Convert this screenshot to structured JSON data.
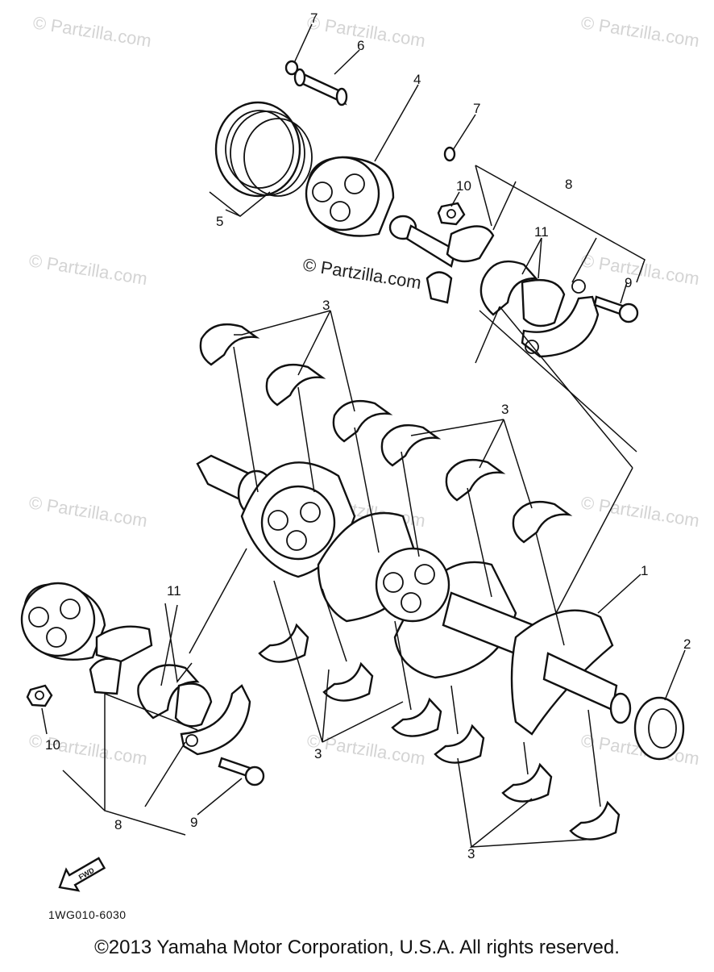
{
  "watermark": "© Partzilla.com",
  "center_watermark": "© Partzilla.com",
  "callouts": {
    "c1": "1",
    "c2": "2",
    "c3": "3",
    "c4": "4",
    "c5": "5",
    "c6": "6",
    "c7": "7",
    "c8": "8",
    "c9": "9",
    "c10": "10",
    "c11": "11"
  },
  "fwd_label": "FWD",
  "diagram_code": "1WG010-6030",
  "copyright": "©2013 Yamaha Motor Corporation, U.S.A. All rights reserved.",
  "colors": {
    "line": "#111111",
    "watermark": "#d4d4d4",
    "background": "#ffffff"
  }
}
